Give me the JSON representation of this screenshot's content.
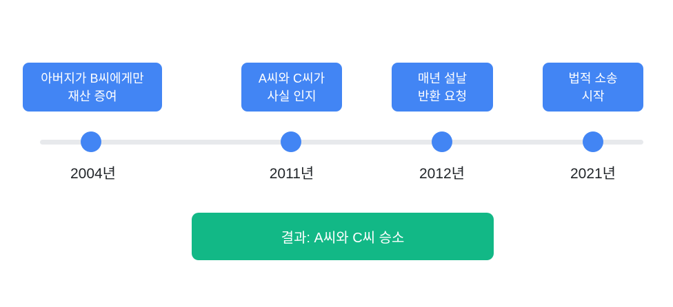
{
  "timeline": {
    "events": [
      {
        "title": "아버지가 B씨에게만\n재산 증여",
        "year": "2004년"
      },
      {
        "title": "A씨와 C씨가\n사실 인지",
        "year": "2011년"
      },
      {
        "title": "매년 설날\n반환 요청",
        "year": "2012년"
      },
      {
        "title": "법적 소송\n시작",
        "year": "2021년"
      }
    ]
  },
  "result": {
    "label": "결과: A씨와 C씨 승소"
  },
  "colors": {
    "event_box": "#4285f4",
    "dot": "#4285f4",
    "track": "#e7e9ec",
    "result_box": "#12b886",
    "event_text": "#ffffff",
    "year_text": "#212529"
  }
}
